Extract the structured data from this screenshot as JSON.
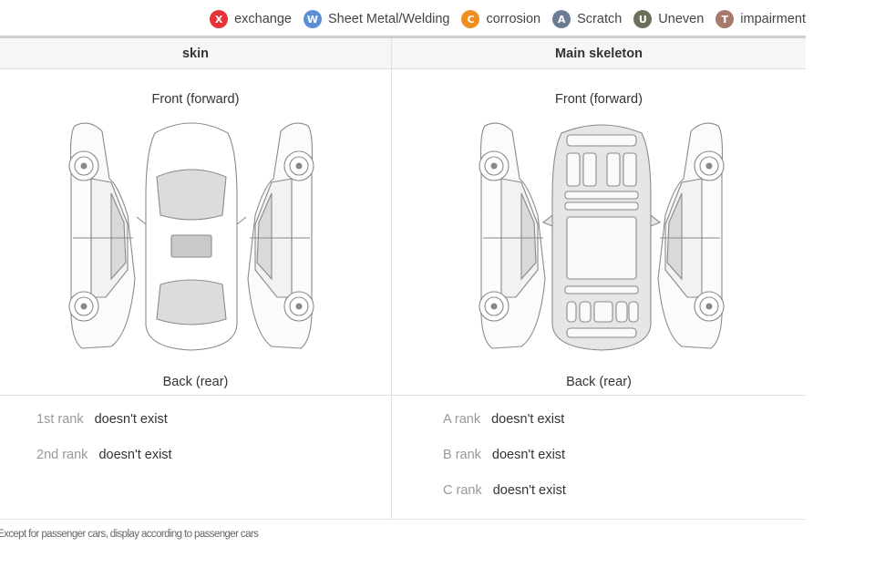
{
  "legend": [
    {
      "letter": "X",
      "label": "exchange",
      "color": "#e8323a"
    },
    {
      "letter": "W",
      "label": "Sheet Metal/Welding",
      "color": "#5a8fd6"
    },
    {
      "letter": "C",
      "label": "corrosion",
      "color": "#ef8f22"
    },
    {
      "letter": "A",
      "label": "Scratch",
      "color": "#6b7c93"
    },
    {
      "letter": "U",
      "label": "Uneven",
      "color": "#6e6e5a"
    },
    {
      "letter": "T",
      "label": "impairment",
      "color": "#a67b6d"
    }
  ],
  "columns": {
    "skin": {
      "title": "skin",
      "front": "Front (forward)",
      "back": "Back (rear)",
      "ranks": [
        {
          "name": "1st rank",
          "value": "doesn't exist"
        },
        {
          "name": "2nd rank",
          "value": "doesn't exist"
        }
      ]
    },
    "skeleton": {
      "title": "Main skeleton",
      "front": "Front (forward)",
      "back": "Back (rear)",
      "ranks": [
        {
          "name": "A rank",
          "value": "doesn't exist"
        },
        {
          "name": "B rank",
          "value": "doesn't exist"
        },
        {
          "name": "C rank",
          "value": "doesn't exist"
        }
      ]
    }
  },
  "footnote": "Except for passenger cars, display according to passenger cars"
}
